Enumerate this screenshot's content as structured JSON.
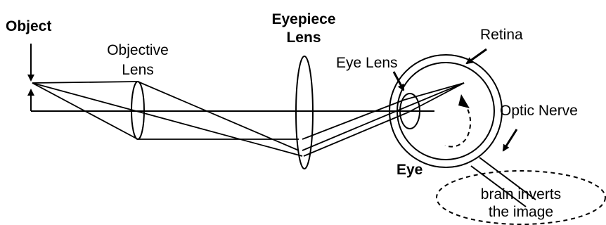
{
  "labels": {
    "object": "Object",
    "objective_lens": [
      "Objective",
      "Lens"
    ],
    "eyepiece_lens": [
      "Eyepiece",
      "Lens"
    ],
    "eye_lens": "Eye Lens",
    "retina": "Retina",
    "optic_nerve": "Optic Nerve",
    "eye": "Eye",
    "brain_note": [
      "brain inverts",
      "the image"
    ]
  }
}
